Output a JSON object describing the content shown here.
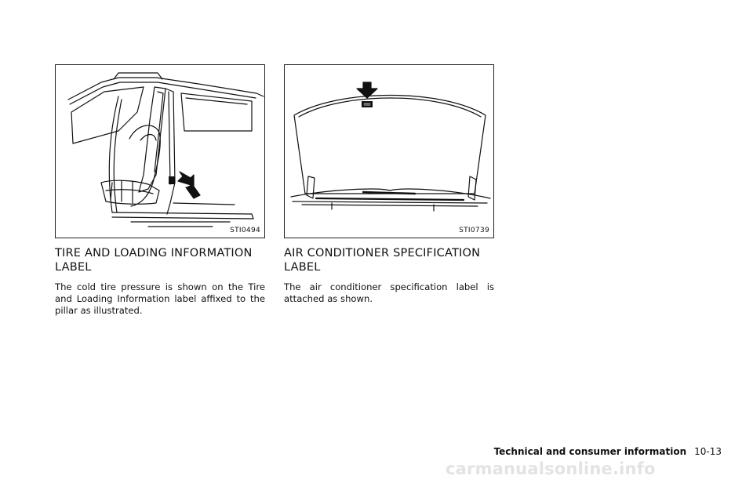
{
  "figures": [
    {
      "code": "STI0494"
    },
    {
      "code": "STI0739"
    }
  ],
  "sections": [
    {
      "heading_line1": "TIRE AND LOADING INFORMATION",
      "heading_line2": "LABEL",
      "body": "The cold tire pressure is shown on the Tire and Loading Information label affixed to the pillar as illustrated."
    },
    {
      "heading_line1": "AIR CONDITIONER SPECIFICATION",
      "heading_line2": "LABEL",
      "body": "The air conditioner specification label is attached as shown."
    }
  ],
  "footer": {
    "section_title": "Technical and consumer information",
    "page_number": "10-13"
  },
  "watermark": "carmanualsonline.info"
}
